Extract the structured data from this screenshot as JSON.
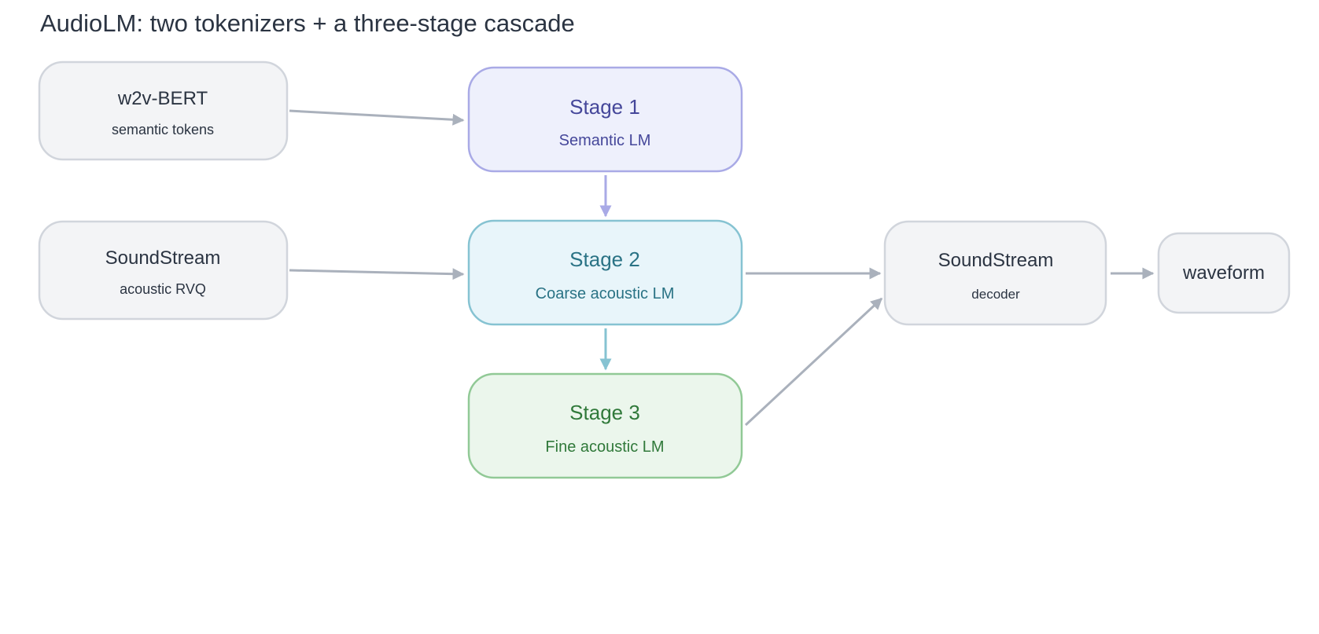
{
  "title": "AudioLM: two tokenizers + a three-stage cascade",
  "colors": {
    "neutral_fill": "#f3f4f6",
    "neutral_stroke": "#d1d5dc",
    "neutral_text": "#2b3442",
    "arrow_neutral": "#aab1bc",
    "stage1_fill": "#eef0fc",
    "stage1_stroke": "#a9aae6",
    "stage1_text": "#45479a",
    "stage2_fill": "#e8f5fa",
    "stage2_stroke": "#86c3d2",
    "stage2_text": "#2a7385",
    "stage3_fill": "#ebf6ec",
    "stage3_stroke": "#91c996",
    "stage3_text": "#30793a"
  },
  "nodes": {
    "w2v_bert": {
      "title": "w2v-BERT",
      "subtitle": "semantic tokens"
    },
    "soundstream_tok": {
      "title": "SoundStream",
      "subtitle": "acoustic RVQ"
    },
    "stage1": {
      "title": "Stage 1",
      "subtitle": "Semantic LM"
    },
    "stage2": {
      "title": "Stage 2",
      "subtitle": "Coarse acoustic LM"
    },
    "stage3": {
      "title": "Stage 3",
      "subtitle": "Fine acoustic LM"
    },
    "soundstream_dec": {
      "title": "SoundStream",
      "subtitle": "decoder"
    },
    "waveform": {
      "title": "waveform"
    }
  }
}
